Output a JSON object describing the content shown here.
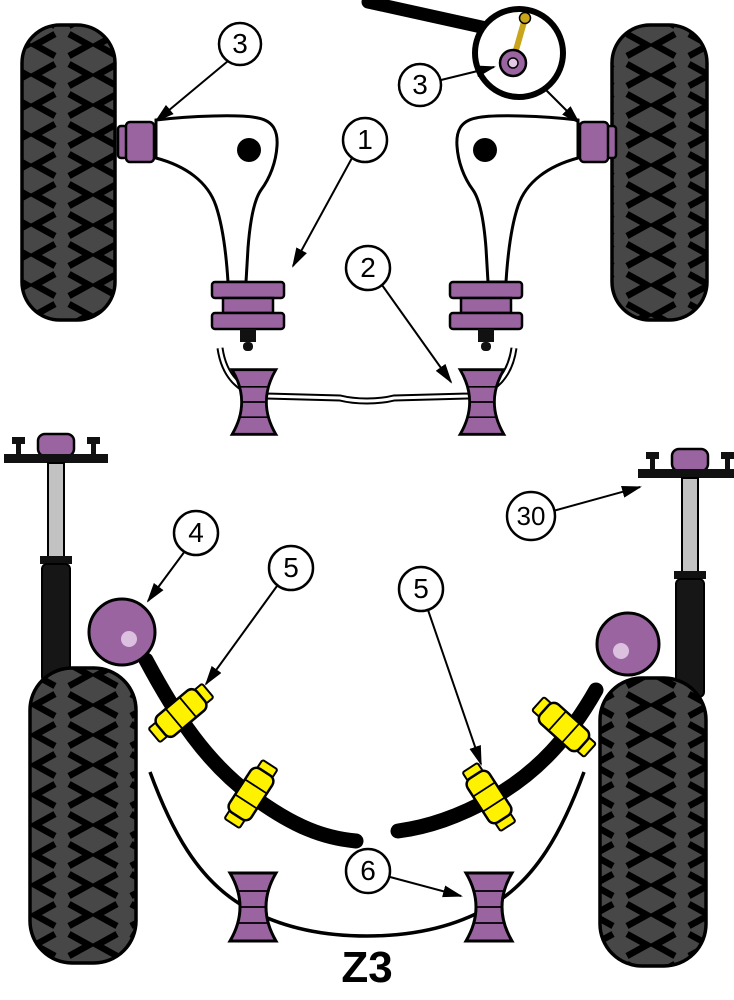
{
  "title": "Z3",
  "colors": {
    "bushing_purple": "#9A64A0",
    "bushing_purple_light": "#E3C8E6",
    "clamp_yellow": "#FFF200",
    "tire_gray": "#474747",
    "shaft_gray": "#C2C2C2",
    "outline_black": "#000000",
    "background": "#FFFFFF"
  },
  "callouts": {
    "c3_left": {
      "label": "3"
    },
    "c3_mag": {
      "label": "3"
    },
    "c1": {
      "label": "1"
    },
    "c2": {
      "label": "2"
    },
    "c4": {
      "label": "4"
    },
    "c5_left": {
      "label": "5"
    },
    "c5_right": {
      "label": "5"
    },
    "c30": {
      "label": "30"
    },
    "c6": {
      "label": "6"
    }
  }
}
